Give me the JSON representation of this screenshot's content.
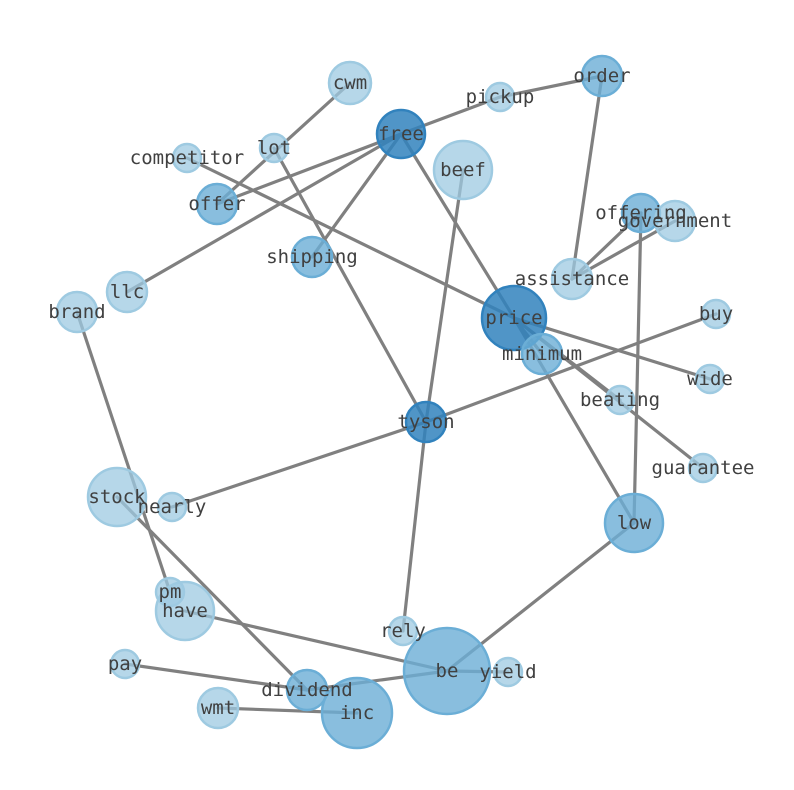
{
  "colors": {
    "light": "#9ecae1",
    "mid": "#6baed6",
    "dark": "#3182bd",
    "edge": "#808080",
    "text": "#404040"
  },
  "nodes": [
    {
      "id": "cwm",
      "label": "cwm",
      "weight": 1,
      "shade": "light"
    },
    {
      "id": "order",
      "label": "order",
      "weight": 1,
      "shade": "mid"
    },
    {
      "id": "pickup",
      "label": "pickup",
      "weight": 1,
      "shade": "light"
    },
    {
      "id": "free",
      "label": "free",
      "weight": 5,
      "shade": "dark"
    },
    {
      "id": "lot",
      "label": "lot",
      "weight": 1,
      "shade": "light"
    },
    {
      "id": "competitor",
      "label": "competitor",
      "weight": 1,
      "shade": "light"
    },
    {
      "id": "beef",
      "label": "beef",
      "weight": 1,
      "shade": "light"
    },
    {
      "id": "offer",
      "label": "offer",
      "weight": 2,
      "shade": "mid"
    },
    {
      "id": "offering",
      "label": "offering",
      "weight": 2,
      "shade": "mid"
    },
    {
      "id": "government",
      "label": "government",
      "weight": 1,
      "shade": "light"
    },
    {
      "id": "shipping",
      "label": "shipping",
      "weight": 2,
      "shade": "mid"
    },
    {
      "id": "assistance",
      "label": "assistance",
      "weight": 1,
      "shade": "light"
    },
    {
      "id": "llc",
      "label": "llc",
      "weight": 1,
      "shade": "light"
    },
    {
      "id": "brand",
      "label": "brand",
      "weight": 1,
      "shade": "light"
    },
    {
      "id": "price",
      "label": "price",
      "weight": 6,
      "shade": "dark"
    },
    {
      "id": "buy",
      "label": "buy",
      "weight": 1,
      "shade": "light"
    },
    {
      "id": "minimum",
      "label": "minimum",
      "weight": 2,
      "shade": "mid"
    },
    {
      "id": "wide",
      "label": "wide",
      "weight": 1,
      "shade": "light"
    },
    {
      "id": "beating",
      "label": "beating",
      "weight": 1,
      "shade": "light"
    },
    {
      "id": "tyson",
      "label": "tyson",
      "weight": 4,
      "shade": "dark"
    },
    {
      "id": "guarantee",
      "label": "guarantee",
      "weight": 1,
      "shade": "light"
    },
    {
      "id": "stock",
      "label": "stock",
      "weight": 1,
      "shade": "light"
    },
    {
      "id": "nearly",
      "label": "nearly",
      "weight": 1,
      "shade": "light"
    },
    {
      "id": "low",
      "label": "low",
      "weight": 3,
      "shade": "mid"
    },
    {
      "id": "pm",
      "label": "pm",
      "weight": 1,
      "shade": "light"
    },
    {
      "id": "have",
      "label": "have",
      "weight": 1,
      "shade": "light"
    },
    {
      "id": "rely",
      "label": "rely",
      "weight": 1,
      "shade": "light"
    },
    {
      "id": "pay",
      "label": "pay",
      "weight": 1,
      "shade": "light"
    },
    {
      "id": "be",
      "label": "be",
      "weight": 3,
      "shade": "mid"
    },
    {
      "id": "yield",
      "label": "yield",
      "weight": 1,
      "shade": "light"
    },
    {
      "id": "dividend",
      "label": "dividend",
      "weight": 2,
      "shade": "mid"
    },
    {
      "id": "wmt",
      "label": "wmt",
      "weight": 1,
      "shade": "light"
    },
    {
      "id": "inc",
      "label": "inc",
      "weight": 3,
      "shade": "mid"
    }
  ],
  "edges": [
    [
      "cwm",
      "offer"
    ],
    [
      "llc",
      "free"
    ],
    [
      "offer",
      "free"
    ],
    [
      "free",
      "shipping"
    ],
    [
      "free",
      "price"
    ],
    [
      "pickup",
      "order"
    ],
    [
      "pickup",
      "free"
    ],
    [
      "order",
      "assistance"
    ],
    [
      "lot",
      "tyson"
    ],
    [
      "competitor",
      "price"
    ],
    [
      "beef",
      "tyson"
    ],
    [
      "offering",
      "assistance"
    ],
    [
      "government",
      "assistance"
    ],
    [
      "offering",
      "low"
    ],
    [
      "price",
      "minimum"
    ],
    [
      "price",
      "wide"
    ],
    [
      "price",
      "beating"
    ],
    [
      "price",
      "guarantee"
    ],
    [
      "price",
      "low"
    ],
    [
      "buy",
      "tyson"
    ],
    [
      "tyson",
      "nearly"
    ],
    [
      "tyson",
      "rely"
    ],
    [
      "brand",
      "pm"
    ],
    [
      "stock",
      "dividend"
    ],
    [
      "have",
      "be"
    ],
    [
      "low",
      "be"
    ],
    [
      "pay",
      "dividend"
    ],
    [
      "dividend",
      "be"
    ],
    [
      "be",
      "yield"
    ],
    [
      "wmt",
      "inc"
    ]
  ]
}
